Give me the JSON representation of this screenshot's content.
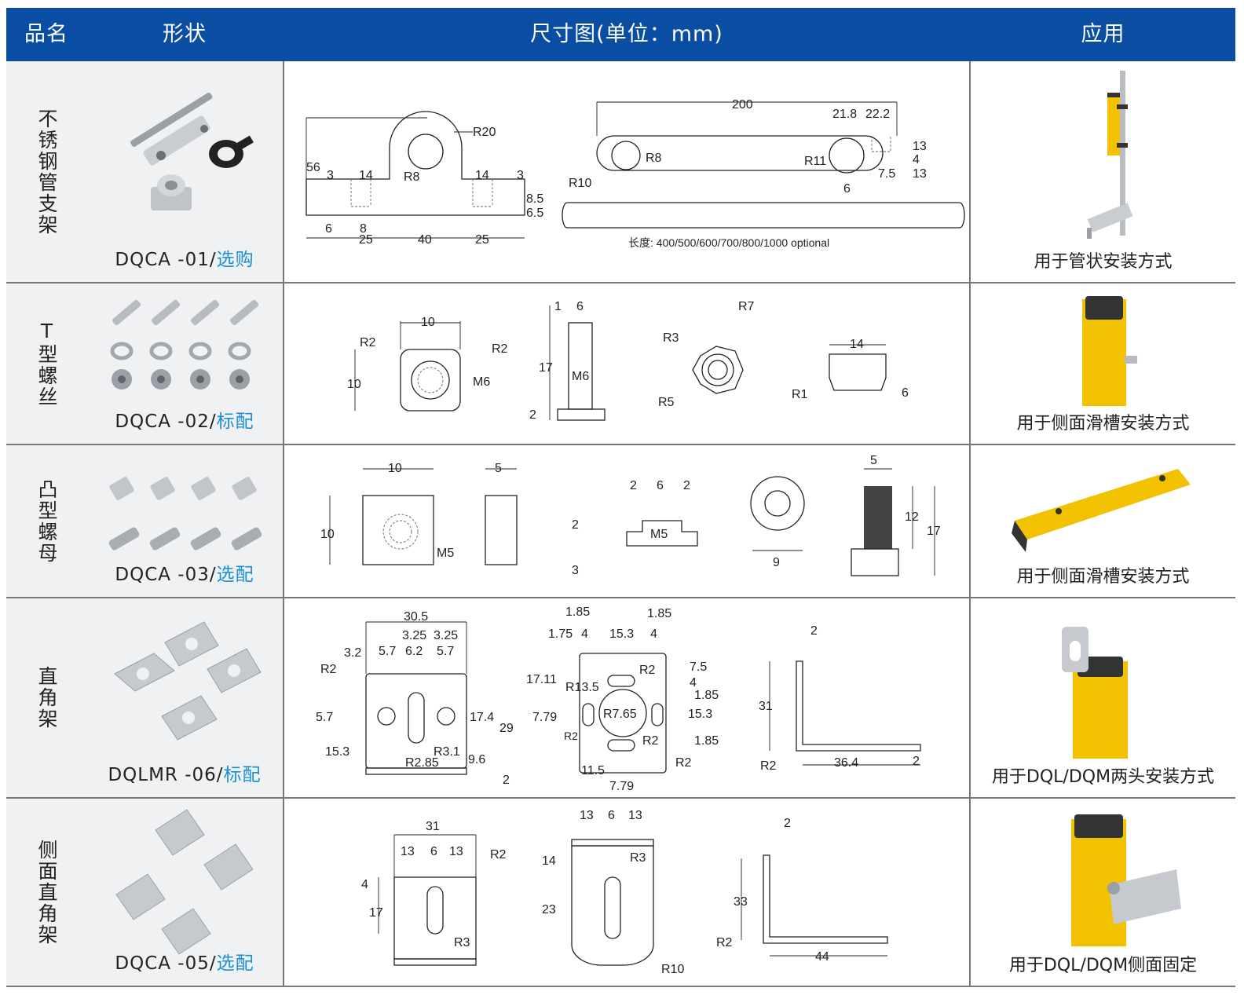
{
  "header": {
    "col_name": "品名",
    "col_shape": "形状",
    "col_dims": "尺寸图(单位：mm)",
    "col_app": "应用"
  },
  "rows": [
    {
      "name": "不锈钢管支架",
      "code": "DQCA -01/",
      "link": "选购",
      "application": "用于管状安装方式",
      "labels": {
        "d56": "56",
        "r20": "R20",
        "r8": "R8",
        "d3": "3",
        "d14": "14",
        "d14b": "14",
        "d3b": "3",
        "d8_5": "8.5",
        "d6_5": "6.5",
        "d6": "6",
        "d8": "8",
        "d25": "25",
        "d40": "40",
        "d25b": "25",
        "d200": "200",
        "d21_8": "21.8",
        "d22_2": "22.2",
        "r8b": "R8",
        "r11": "R11",
        "r10": "R10",
        "d13": "13",
        "d4": "4",
        "d13b": "13",
        "d7_5": "7.5",
        "d6b": "6",
        "length_note": "长度: 400/500/600/700/800/1000 optional"
      },
      "colors": {
        "product": "#f2c200",
        "metal": "#b8bcc2"
      }
    },
    {
      "name": "T型螺丝",
      "code": "DQCA -02/",
      "link": "标配",
      "application": "用于侧面滑槽安装方式",
      "labels": {
        "d10": "10",
        "r2a": "R2",
        "r2b": "R2",
        "d10v": "10",
        "m6": "M6",
        "d1": "1",
        "d6": "6",
        "d17": "17",
        "m6b": "M6",
        "d2": "2",
        "r7": "R7",
        "r3": "R3",
        "r5": "R5",
        "d14": "14",
        "r1": "R1",
        "d6b": "6"
      }
    },
    {
      "name": "凸型螺母",
      "code": "DQCA -03/",
      "link": "选配",
      "application": "用于侧面滑槽安装方式",
      "labels": {
        "d10": "10",
        "d10v": "10",
        "m5": "M5",
        "d5": "5",
        "d2a": "2",
        "d6": "6",
        "d2b": "2",
        "d2v": "2",
        "m5b": "M5",
        "d3v": "3",
        "d9": "9",
        "d5b": "5",
        "d12": "12",
        "d17": "17"
      }
    },
    {
      "name": "直角架",
      "code": "DQLMR -06/",
      "link": "标配",
      "application": "用于DQL/DQM两头安装方式",
      "labels": {
        "d30_5": "30.5",
        "d3_25a": "3.25",
        "d3_25b": "3.25",
        "d3_2": "3.2",
        "d5_7a": "5.7",
        "d6_2": "6.2",
        "d5_7b": "5.7",
        "r2": "R2",
        "d5_7v": "5.7",
        "d17_4": "17.4",
        "d29": "29",
        "d15_3": "15.3",
        "r3_1": "R3.1",
        "r2_85": "R2.85",
        "d9_6": "9.6",
        "d2": "2",
        "d1_85a": "1.85",
        "d1_85b": "1.85",
        "d1_75": "1.75",
        "d4a": "4",
        "d15_3b": "15.3",
        "d4b": "4",
        "d17_11": "17.11",
        "r13_5": "R13.5",
        "r2b": "R2",
        "d7_5": "7.5",
        "d4c": "4",
        "d1_85c": "1.85",
        "r7_65": "R7.65",
        "d15_3c": "15.3",
        "d7_79": "7.79",
        "r2c": "R2",
        "r2s": "R2",
        "d1_85d": "1.85",
        "r2d": "R2",
        "d11_5": "11.5",
        "d7_79b": "7.79",
        "d2b": "2",
        "d31": "31",
        "r2e": "R2",
        "d36_4": "36.4",
        "d2c": "2"
      }
    },
    {
      "name": "侧面直角架",
      "code": "DQCA -05/",
      "link": "选配",
      "application": "用于DQL/DQM侧面固定",
      "labels": {
        "d31": "31",
        "d13a": "13",
        "d6": "6",
        "d13b": "13",
        "r2": "R2",
        "d4": "4",
        "d17": "17",
        "r3": "R3",
        "d13c": "13",
        "d6b": "6",
        "d13d": "13",
        "d14": "14",
        "r3b": "R3",
        "d23": "23",
        "r10": "R10",
        "d2": "2",
        "d33": "33",
        "r2b": "R2",
        "d44": "44"
      }
    }
  ]
}
